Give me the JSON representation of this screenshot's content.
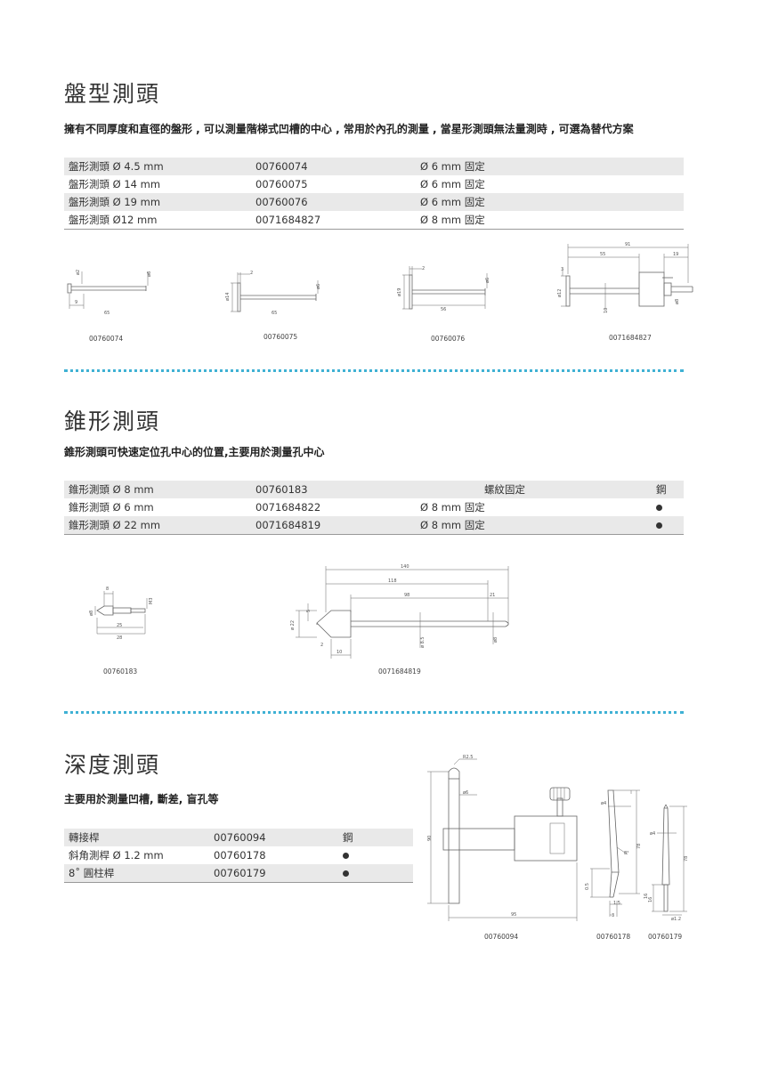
{
  "section1": {
    "title": "盤型測頭",
    "intro": "擁有不同厚度和直徑的盤形 , 可以測量階梯式凹槽的中心 , 常用於內孔的測量 , 當星形測頭無法量測時 , 可選為替代方案",
    "rows": [
      {
        "name": "盤形測頭 Ø 4.5 mm",
        "code": "00760074",
        "spec": "Ø 6 mm 固定"
      },
      {
        "name": "盤形測頭 Ø 14 mm",
        "code": "00760075",
        "spec": "Ø 6 mm 固定"
      },
      {
        "name": "盤形測頭 Ø 19 mm",
        "code": "00760076",
        "spec": "Ø 6 mm 固定"
      },
      {
        "name": "盤形測頭 Ø12 mm",
        "code": "0071684827",
        "spec": "Ø 8 mm 固定"
      }
    ],
    "captions": [
      "00760074",
      "00760075",
      "00760076",
      "0071684827"
    ],
    "dims": {
      "d1": [
        "ø2",
        "ø6",
        "9",
        "65"
      ],
      "d2": [
        "2",
        "ø14",
        "ø6",
        "65"
      ],
      "d3": [
        "2",
        "ø19",
        "ø6",
        "56"
      ],
      "d4": [
        "91",
        "55",
        "19",
        "3",
        "ø12",
        "10",
        "ø8"
      ]
    }
  },
  "section2": {
    "title": "錐形測頭",
    "intro": "錐形測頭可快速定位孔中心的位置,主要用於測量孔中心",
    "rows": [
      {
        "name": "錐形測頭 Ø 8 mm",
        "code": "00760183",
        "spec": "螺紋固定",
        "mat": "鋼"
      },
      {
        "name": "錐形測頭 Ø 6 mm",
        "code": "0071684822",
        "spec": "Ø 8 mm 固定",
        "mat": "●"
      },
      {
        "name": "錐形測頭 Ø 22 mm",
        "code": "0071684819",
        "spec": "Ø 8 mm 固定",
        "mat": "●"
      }
    ],
    "captions": [
      "00760183",
      "0071684819"
    ],
    "dims": {
      "d1": [
        "8",
        "ø8",
        "M3",
        "25",
        "28"
      ],
      "d2": [
        "140",
        "118",
        "98",
        "21",
        "ø 22",
        "5",
        "ø 8.5",
        "ø8",
        "10",
        "2"
      ]
    }
  },
  "section3": {
    "title": "深度測頭",
    "intro": "主要用於測量凹槽, 斷差, 盲孔等",
    "rows": [
      {
        "name": "轉接桿",
        "code": "00760094",
        "mat": "鋼"
      },
      {
        "name": "斜角測桿 Ø 1.2 mm",
        "code": "00760178",
        "mat": "●"
      },
      {
        "name": "8˚ 圓柱桿",
        "code": "00760179",
        "mat": "●"
      }
    ],
    "captions": [
      "00760094",
      "00760178",
      "00760179"
    ],
    "dims": {
      "d1": [
        "R2.5",
        "ø6",
        "90",
        "95"
      ],
      "d2": [
        "ø4",
        "78",
        "8°",
        "0.5",
        "1.5",
        "16",
        "3"
      ],
      "d3": [
        "ø4",
        "78",
        "16",
        "ø1.2"
      ]
    }
  },
  "colors": {
    "divider": "#3fb1d4",
    "row_shade": "#e9e9e9"
  }
}
